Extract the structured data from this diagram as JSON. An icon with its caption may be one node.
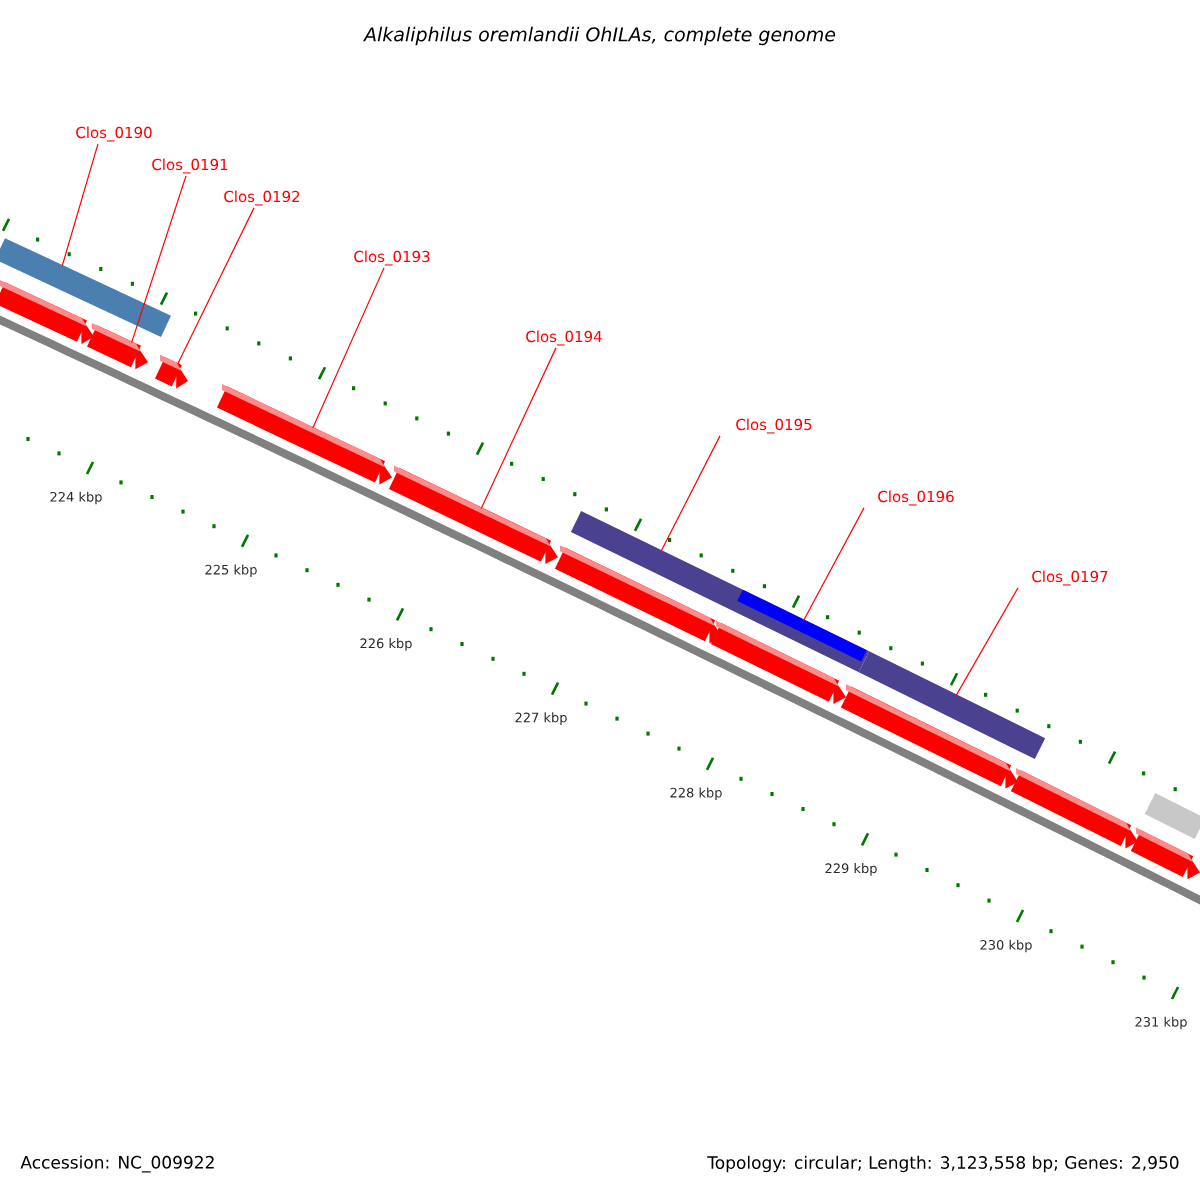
{
  "diagram": {
    "title": "Alkaliphilus oremlandii OhILAs, complete genome",
    "nodes": [
      {
        "text": [
          "Clos_0190"
        ]
      },
      {
        "text": [
          "Clos_0191"
        ]
      },
      {
        "text": [
          "Clos_0192"
        ]
      },
      {
        "text": [
          "Clos_0193"
        ]
      },
      {
        "text": [
          "Clos_0194"
        ]
      },
      {
        "text": [
          "Clos_0195"
        ]
      },
      {
        "text": [
          "Clos_0196"
        ]
      },
      {
        "text": [
          "Clos_0197"
        ]
      },
      {
        "text": [],
        "shape": "arrow"
      },
      {
        "text": [],
        "shape": "bar"
      },
      {
        "text": [],
        "shape": "arrow"
      },
      {
        "text": [],
        "shape": "arrow"
      },
      {
        "text": [],
        "shape": "arrow"
      },
      {
        "text": [],
        "shape": "arrow"
      },
      {
        "text": [],
        "shape": "arrow"
      },
      {
        "text": [],
        "shape": "bar"
      },
      {
        "text": [],
        "shape": "arrow"
      },
      {
        "text": [],
        "shape": "bar",
        "in": 15
      },
      {
        "text": [],
        "shape": "arrow"
      },
      {
        "text": [],
        "shape": "bar"
      },
      {
        "text": [],
        "shape": "arrow"
      },
      {
        "text": [],
        "shape": "arrow"
      },
      {
        "text": [],
        "shape": "bar"
      }
    ],
    "edges": [
      {
        "from": 0,
        "to": 9,
        "arrow": "none"
      },
      {
        "from": 1,
        "to": 10,
        "arrow": "none"
      },
      {
        "from": 2,
        "to": 11,
        "arrow": "none"
      },
      {
        "from": 3,
        "to": 12,
        "arrow": "none"
      },
      {
        "from": 4,
        "to": 13,
        "arrow": "none"
      },
      {
        "from": 5,
        "to": 15,
        "arrow": "none"
      },
      {
        "from": 6,
        "to": 17,
        "arrow": "none"
      },
      {
        "from": 7,
        "to": 19,
        "arrow": "none"
      }
    ],
    "labels": [
      "224 kbp",
      "225 kbp",
      "226 kbp",
      "227 kbp",
      "228 kbp",
      "229 kbp",
      "230 kbp",
      "231 kbp",
      "Accession: NC_009922",
      "Topology: circular; Length: 3,123,558 bp; Genes: 2,950"
    ]
  }
}
